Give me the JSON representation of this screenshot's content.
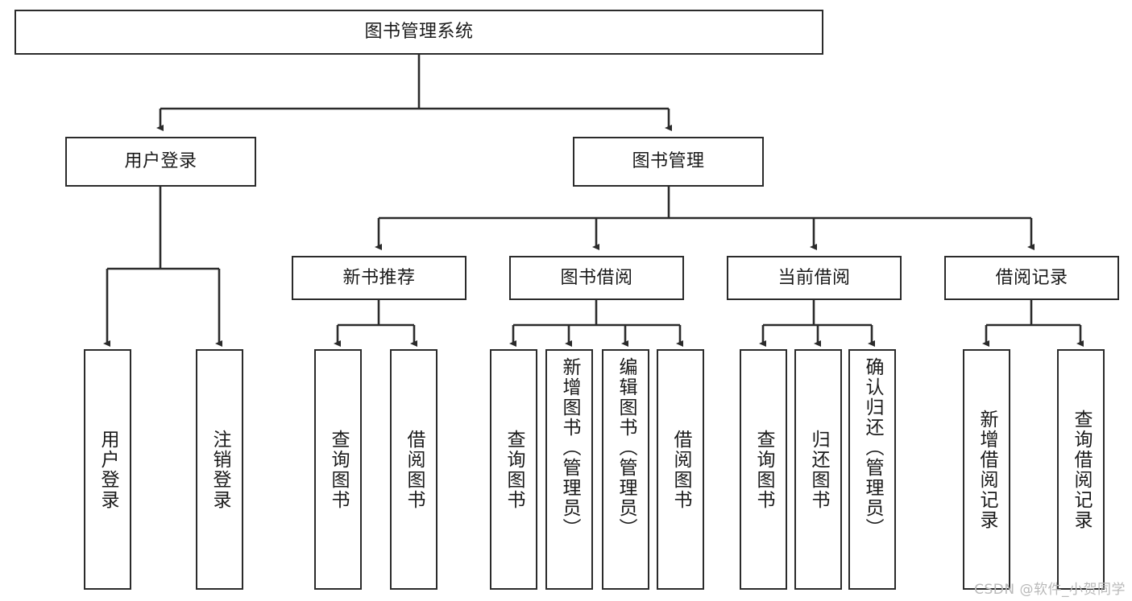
{
  "diagram": {
    "title": "图书管理系统",
    "type": "功能结构图",
    "watermark": "CSDN @软件_小贺同学",
    "colors": {
      "box_border": "#2b2b2b",
      "box_fill": "#ffffff",
      "edge": "#2b2b2b",
      "text": "#1a1a1a",
      "watermark": "#b9b9b9"
    },
    "root": {
      "id": "root",
      "label": "图书管理系统",
      "orientation": "horizontal"
    },
    "level2": [
      {
        "id": "user-login",
        "label": "用户登录",
        "orientation": "horizontal"
      },
      {
        "id": "book-manage",
        "label": "图书管理",
        "orientation": "horizontal"
      }
    ],
    "level3": [
      {
        "id": "new-book-rec",
        "label": "新书推荐",
        "orientation": "horizontal",
        "parent": "book-manage"
      },
      {
        "id": "book-borrow",
        "label": "图书借阅",
        "orientation": "horizontal",
        "parent": "book-manage"
      },
      {
        "id": "current-borrow",
        "label": "当前借阅",
        "orientation": "horizontal",
        "parent": "book-manage"
      },
      {
        "id": "borrow-record",
        "label": "借阅记录",
        "orientation": "horizontal",
        "parent": "book-manage"
      }
    ],
    "leaves": [
      {
        "id": "leaf-user-login",
        "label": "用户登录",
        "parent": "user-login",
        "orientation": "vertical"
      },
      {
        "id": "leaf-logout",
        "label": "注销登录",
        "parent": "user-login",
        "orientation": "vertical"
      },
      {
        "id": "leaf-query-book-1",
        "label": "查询图书",
        "parent": "new-book-rec",
        "orientation": "vertical"
      },
      {
        "id": "leaf-borrow-book-1",
        "label": "借阅图书",
        "parent": "new-book-rec",
        "orientation": "vertical"
      },
      {
        "id": "leaf-query-book-2",
        "label": "查询图书",
        "parent": "book-borrow",
        "orientation": "vertical"
      },
      {
        "id": "leaf-add-book",
        "label": "新增图书（管理员）",
        "parent": "book-borrow",
        "orientation": "vertical"
      },
      {
        "id": "leaf-edit-book",
        "label": "编辑图书（管理员）",
        "parent": "book-borrow",
        "orientation": "vertical"
      },
      {
        "id": "leaf-borrow-book-2",
        "label": "借阅图书",
        "parent": "book-borrow",
        "orientation": "vertical"
      },
      {
        "id": "leaf-query-book-3",
        "label": "查询图书",
        "parent": "current-borrow",
        "orientation": "vertical"
      },
      {
        "id": "leaf-return-book",
        "label": "归还图书",
        "parent": "current-borrow",
        "orientation": "vertical"
      },
      {
        "id": "leaf-confirm-return",
        "label": "确认归还（管理员）",
        "parent": "current-borrow",
        "orientation": "vertical"
      },
      {
        "id": "leaf-add-record",
        "label": "新增借阅记录",
        "parent": "borrow-record",
        "orientation": "vertical"
      },
      {
        "id": "leaf-query-record",
        "label": "查询借阅记录",
        "parent": "borrow-record",
        "orientation": "vertical"
      }
    ]
  }
}
